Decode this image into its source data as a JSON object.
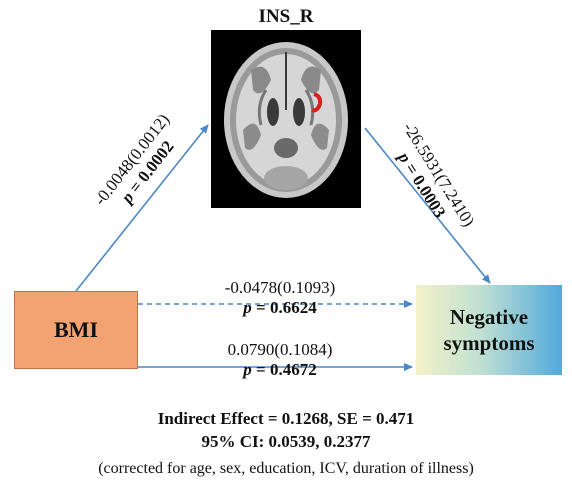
{
  "brain": {
    "title": "INS_R"
  },
  "nodes": {
    "left": "BMI",
    "right_line1": "Negative",
    "right_line2": "symptoms"
  },
  "paths": {
    "a": {
      "coef": "-0.0048(0.0012)",
      "p_label": "p",
      "p_value": " = 0.0002"
    },
    "b": {
      "coef": "-26.5931(7.2410)",
      "p_label": "p",
      "p_value": " = 0.0003"
    },
    "direct_dashed": {
      "coef": "-0.0478(0.1093)",
      "p_label": "p",
      "p_value": " = 0.6624"
    },
    "total_solid": {
      "coef": "0.0790(0.1084)",
      "p_label": "p",
      "p_value": " = 0.4672"
    }
  },
  "summary": {
    "indirect": "Indirect Effect = 0.1268, SE = 0.471",
    "ci": "95% CI: 0.0539, 0.2377",
    "note": "(corrected for age, sex, education, ICV, duration of illness)"
  },
  "colors": {
    "arrow": "#4a86c8",
    "bmi_fill": "#f3a271",
    "roi": "#d8201f"
  }
}
